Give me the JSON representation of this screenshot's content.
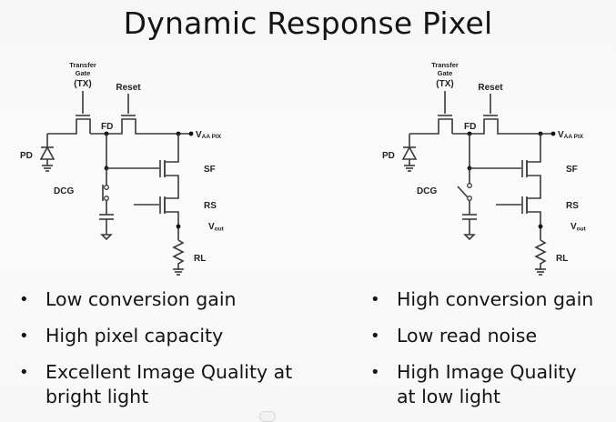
{
  "slide": {
    "title": "Dynamic Response Pixel"
  },
  "circuits": [
    {
      "id": "low-conversion-gain",
      "dcg_state": "closed",
      "labels": {
        "tx_line1": "Transfer",
        "tx_line2": "Gate",
        "tx_line3": "(TX)",
        "reset": "Reset",
        "fd": "FD",
        "vaa": "V",
        "vaa_sub": "AA PIX",
        "pd": "PD",
        "sf": "SF",
        "dcg": "DCG",
        "rs": "RS",
        "vout": "V",
        "vout_sub": "out",
        "rl": "RL"
      }
    },
    {
      "id": "high-conversion-gain",
      "dcg_state": "open",
      "labels": {
        "tx_line1": "Transfer",
        "tx_line2": "Gate",
        "tx_line3": "(TX)",
        "reset": "Reset",
        "fd": "FD",
        "vaa": "V",
        "vaa_sub": "AA PIX",
        "pd": "PD",
        "sf": "SF",
        "dcg": "DCG",
        "rs": "RS",
        "vout": "V",
        "vout_sub": "out",
        "rl": "RL"
      }
    }
  ],
  "bullets_left": [
    "Low conversion gain",
    "High pixel capacity",
    "Excellent Image Quality at bright light"
  ],
  "bullets_right": [
    "High conversion gain",
    "Low read noise",
    "High Image Quality at low light"
  ]
}
